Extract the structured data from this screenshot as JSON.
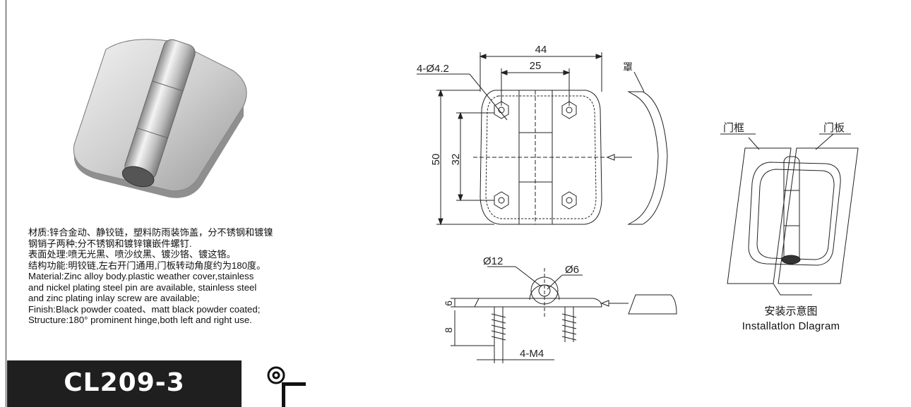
{
  "spec": {
    "lines": [
      "材质:锌合金动、静铰链，塑料防雨装饰盖，分不锈钢和镀镍",
      "钢销子两种;分不锈钢和镀锌镶嵌件螺钉.",
      "表面处理:喷无光黑、喷沙纹黑、镀沙铬、镀这铬。",
      "结构功能:明铰链,左右开门通用,门板转动角度约为180度。",
      "Material:Zinc alloy body.plastic weather cover,stainless",
      "and nickel plating steel pin are available, stainless steel",
      "and zinc plating inlay screw are available;",
      "Finish:Black powder coated、matt black powder coated;",
      "Structure:180°  prominent hinge,both left and right use."
    ]
  },
  "model": {
    "code": "CL209-3"
  },
  "drawing": {
    "dim_width": "44",
    "dim_pin_spacing": "25",
    "dim_holes": "4-Ø4.2",
    "dim_height": "50",
    "dim_hole_spacing": "32",
    "cover_label": "罩",
    "dim_knuckle": "Ø12",
    "dim_pin": "Ø6",
    "dim_thickness": "6",
    "dim_stud_length": "8",
    "dim_thread": "4-M4"
  },
  "install": {
    "frame_label": "门框",
    "door_label": "门板",
    "caption_cn": "安装示意图",
    "caption_en": "Installatlon Dlagram"
  },
  "colors": {
    "badge_bg": "#1f1f1f",
    "badge_text": "#ffffff",
    "line": "#222222"
  }
}
